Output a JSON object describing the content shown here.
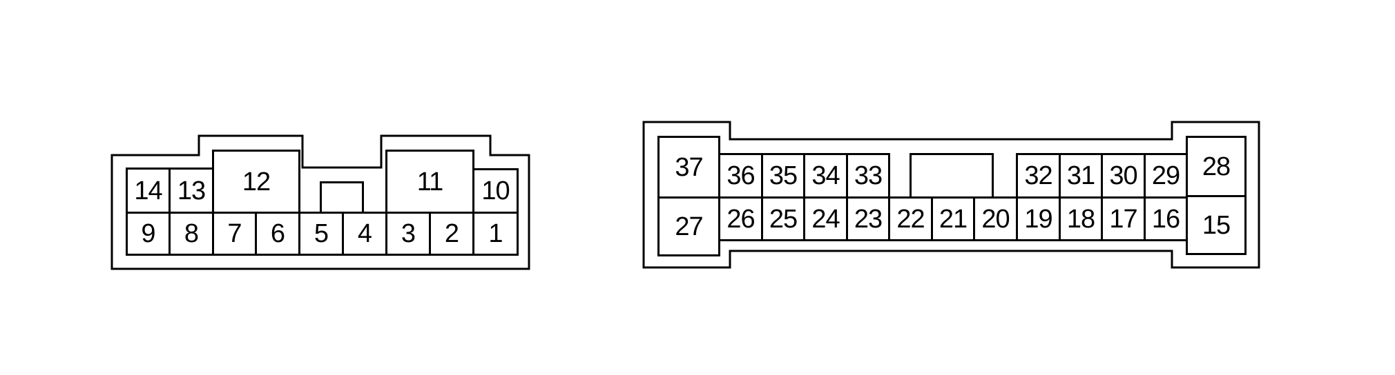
{
  "colors": {
    "background": "#ffffff",
    "line": "#000000"
  },
  "connector_a": {
    "pins": {
      "1": "1",
      "2": "2",
      "3": "3",
      "4": "4",
      "5": "5",
      "6": "6",
      "7": "7",
      "8": "8",
      "9": "9",
      "10": "10",
      "11": "11",
      "12": "12",
      "13": "13",
      "14": "14"
    }
  },
  "connector_b": {
    "pins": {
      "15": "15",
      "16": "16",
      "17": "17",
      "18": "18",
      "19": "19",
      "20": "20",
      "21": "21",
      "22": "22",
      "23": "23",
      "24": "24",
      "25": "25",
      "26": "26",
      "27": "27",
      "28": "28",
      "29": "29",
      "30": "30",
      "31": "31",
      "32": "32",
      "33": "33",
      "34": "34",
      "35": "35",
      "36": "36",
      "37": "37"
    }
  }
}
